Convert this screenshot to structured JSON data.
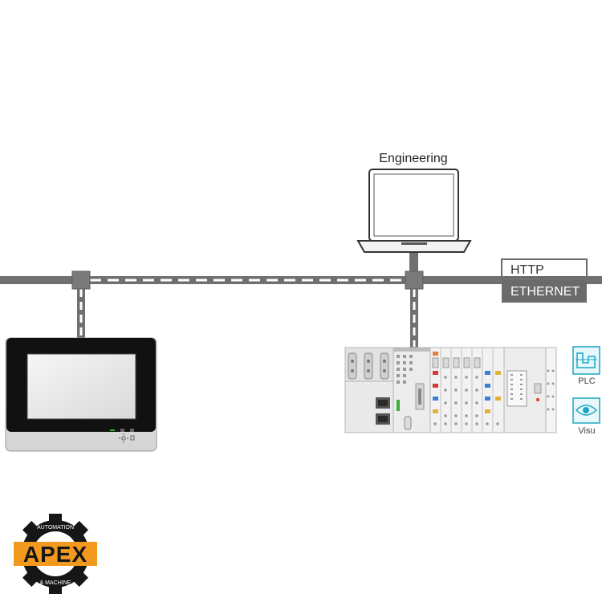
{
  "engineering": {
    "label": "Engineering"
  },
  "legend": {
    "http": "HTTP",
    "ethernet": "ETHERNET"
  },
  "icons": {
    "plc": "PLC",
    "visu": "Visu"
  },
  "logo": {
    "brand": "APEX",
    "ring_top": "AUTOMATION",
    "ring_bottom": "& MACHINE"
  },
  "colors": {
    "bus": "#707070",
    "legend_dark": "#6b6b6b",
    "icon_teal": "#1aa7c4",
    "logo_orange": "#f39a1e",
    "logo_black": "#161616"
  }
}
